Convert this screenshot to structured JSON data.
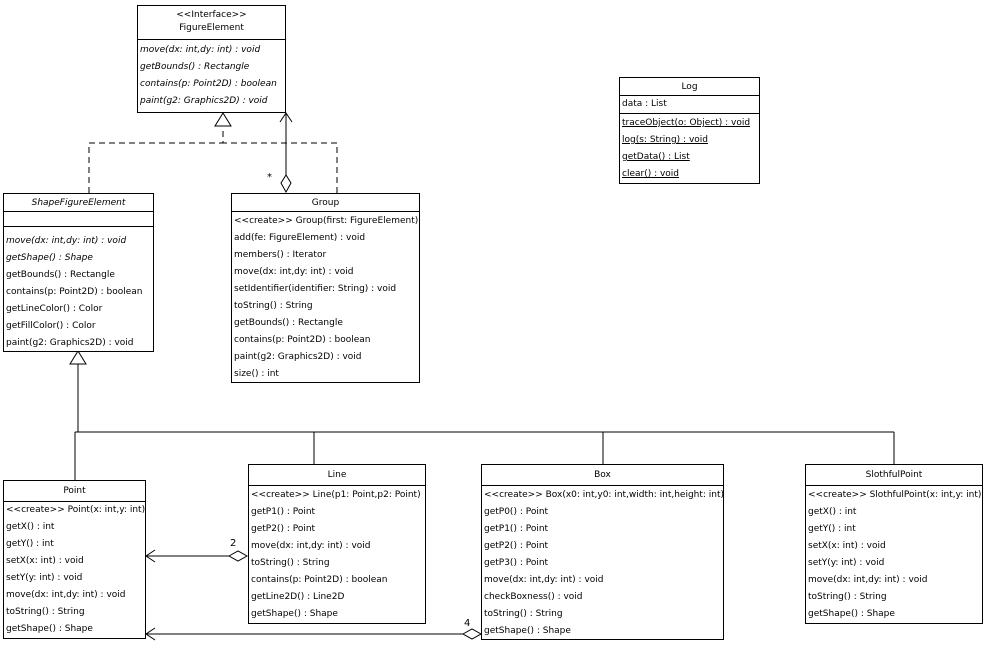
{
  "classes": {
    "figure_element": {
      "stereotype": "<<Interface>>",
      "name": "FigureElement",
      "ops": [
        "move(dx: int,dy: int) : void",
        "getBounds() : Rectangle",
        "contains(p: Point2D) : boolean",
        "paint(g2: Graphics2D) : void"
      ]
    },
    "log": {
      "name": "Log",
      "attrs": [
        "data : List"
      ],
      "ops": [
        "traceObject(o: Object) : void",
        "log(s: String) : void",
        "getData() : List",
        "clear() : void"
      ]
    },
    "shape_figure_element": {
      "name": "ShapeFigureElement",
      "ops": [
        "move(dx: int,dy: int) : void",
        "getShape() : Shape",
        "getBounds() : Rectangle",
        "contains(p: Point2D) : boolean",
        "getLineColor() : Color",
        "getFillColor() : Color",
        "paint(g2: Graphics2D) : void"
      ]
    },
    "group": {
      "name": "Group",
      "ops": [
        "<<create>> Group(first: FigureElement)",
        "add(fe: FigureElement) : void",
        "members() : Iterator",
        "move(dx: int,dy: int) : void",
        "setIdentifier(identifier: String) : void",
        "toString() : String",
        "getBounds() : Rectangle",
        "contains(p: Point2D) : boolean",
        "paint(g2: Graphics2D) : void",
        "size() : int"
      ]
    },
    "point": {
      "name": "Point",
      "ops": [
        "<<create>> Point(x: int,y: int)",
        "getX() : int",
        "getY() : int",
        "setX(x: int) : void",
        "setY(y: int) : void",
        "move(dx: int,dy: int) : void",
        "toString() : String",
        "getShape() : Shape"
      ]
    },
    "line": {
      "name": "Line",
      "ops": [
        "<<create>> Line(p1: Point,p2: Point)",
        "getP1() : Point",
        "getP2() : Point",
        "move(dx: int,dy: int) : void",
        "toString() : String",
        "contains(p: Point2D) : boolean",
        "getLine2D() : Line2D",
        "getShape() : Shape"
      ]
    },
    "box": {
      "name": "Box",
      "ops": [
        "<<create>> Box(x0: int,y0: int,width: int,height: int)",
        "getP0() : Point",
        "getP1() : Point",
        "getP2() : Point",
        "getP3() : Point",
        "move(dx: int,dy: int) : void",
        "checkBoxness() : void",
        "toString() : String",
        "getShape() : Shape"
      ]
    },
    "slothful_point": {
      "name": "SlothfulPoint",
      "ops": [
        "<<create>> SlothfulPoint(x: int,y: int)",
        "getX() : int",
        "getY() : int",
        "setX(x: int) : void",
        "setY(y: int) : void",
        "move(dx: int,dy: int) : void",
        "toString() : String",
        "getShape() : Shape"
      ]
    }
  },
  "multiplicities": {
    "group_members": "*",
    "line_points": "2",
    "box_points": "4"
  }
}
